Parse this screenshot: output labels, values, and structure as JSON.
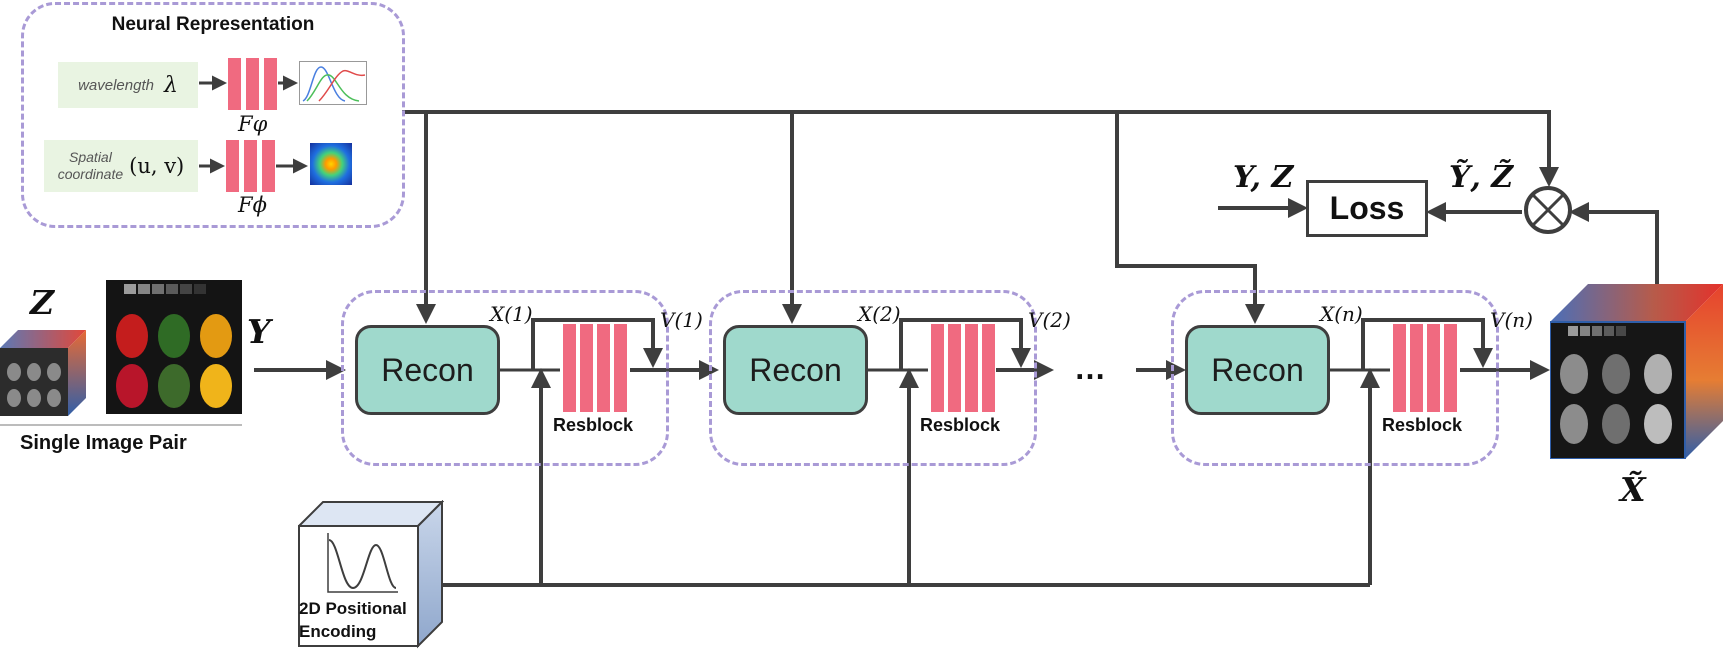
{
  "neural_representation": {
    "title": "Neural Representation",
    "wavelength_label": "wavelength",
    "wavelength_symbol": "λ",
    "spatial_label_line1": "Spatial",
    "spatial_label_line2": "coordinate",
    "spatial_symbol": "(u, v)",
    "f_phi_upper": "Fφ",
    "f_phi_lower": "Fϕ"
  },
  "inputs": {
    "z_label": "Z",
    "y_label": "Y",
    "caption": "Single Image Pair"
  },
  "stages": [
    {
      "recon": "Recon",
      "x_label": "X(1)",
      "v_label": "V(1)",
      "resblock": "Resblock"
    },
    {
      "recon": "Recon",
      "x_label": "X(2)",
      "v_label": "V(2)",
      "resblock": "Resblock"
    },
    {
      "recon": "Recon",
      "x_label": "X(n)",
      "v_label": "V(n)",
      "resblock": "Resblock"
    }
  ],
  "ellipsis": "…",
  "loss": {
    "label": "Loss",
    "inputs_label": "Y, Z",
    "pred_label": "Ỹ, Z̃"
  },
  "output_label": "X̃",
  "pe": {
    "line1": "2D Positional",
    "line2": "Encoding"
  },
  "colors": {
    "recon_fill": "#9fd9cc",
    "bar_fill": "#f06a80",
    "dash": "#a99ad6",
    "line": "#3e3e3e"
  }
}
